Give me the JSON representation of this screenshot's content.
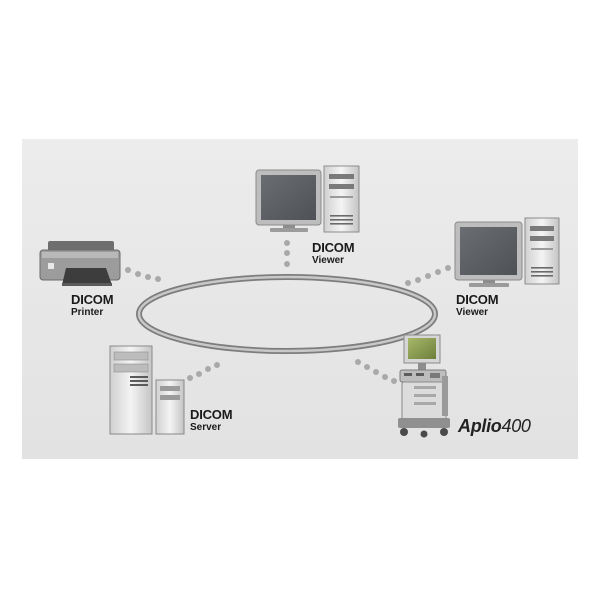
{
  "nodes": {
    "printer": {
      "title": "DICOM",
      "subtitle": "Printer"
    },
    "viewer_top": {
      "title": "DICOM",
      "subtitle": "Viewer"
    },
    "viewer_right": {
      "title": "DICOM",
      "subtitle": "Viewer"
    },
    "server": {
      "title": "DICOM",
      "subtitle": "Server"
    }
  },
  "device": {
    "brand_name": "Aplio",
    "model_number": "400"
  },
  "icons": {
    "printer": "printer-icon",
    "viewer_top": "desktop-computer-icon",
    "viewer_right": "desktop-computer-icon",
    "server": "server-tower-icon",
    "ultrasound": "ultrasound-machine-icon",
    "network": "network-ring"
  },
  "colors": {
    "background_panel": "#e8e8e8",
    "ring": "#9a9a9a",
    "dots": "#a8a8a8",
    "device_body": "#d9d9d9",
    "screen": "#5f6366"
  }
}
